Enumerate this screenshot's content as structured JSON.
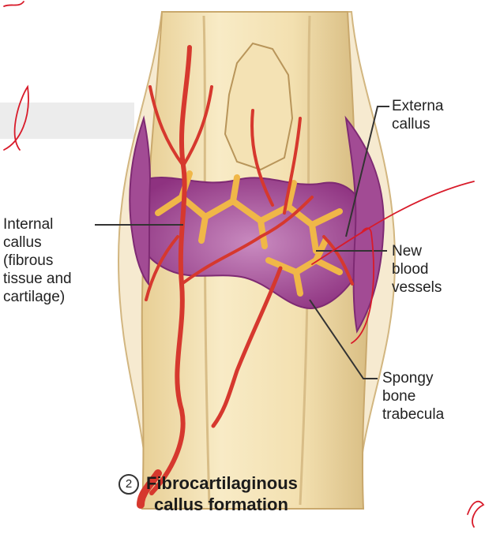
{
  "figure": {
    "step_number": "2",
    "caption_line1": "Fibrocartilaginous",
    "caption_line2": "callus formation"
  },
  "labels": {
    "external_callus": "Externa\ncallus",
    "internal_callus": "Internal\ncallus\n(fibrous\ntissue and\ncartilage)",
    "new_blood_vessels": "New\nblood\nvessels",
    "spongy_bone": "Spongy\nbone\ntrabecula"
  },
  "colors": {
    "bone": "#f2dfae",
    "bone_shadow": "#d9be84",
    "callus": "#9c3f8c",
    "callus_light": "#c77bb8",
    "vessel": "#d6382e",
    "trabeculae": "#f0b748",
    "ink": "#d81b2a"
  }
}
